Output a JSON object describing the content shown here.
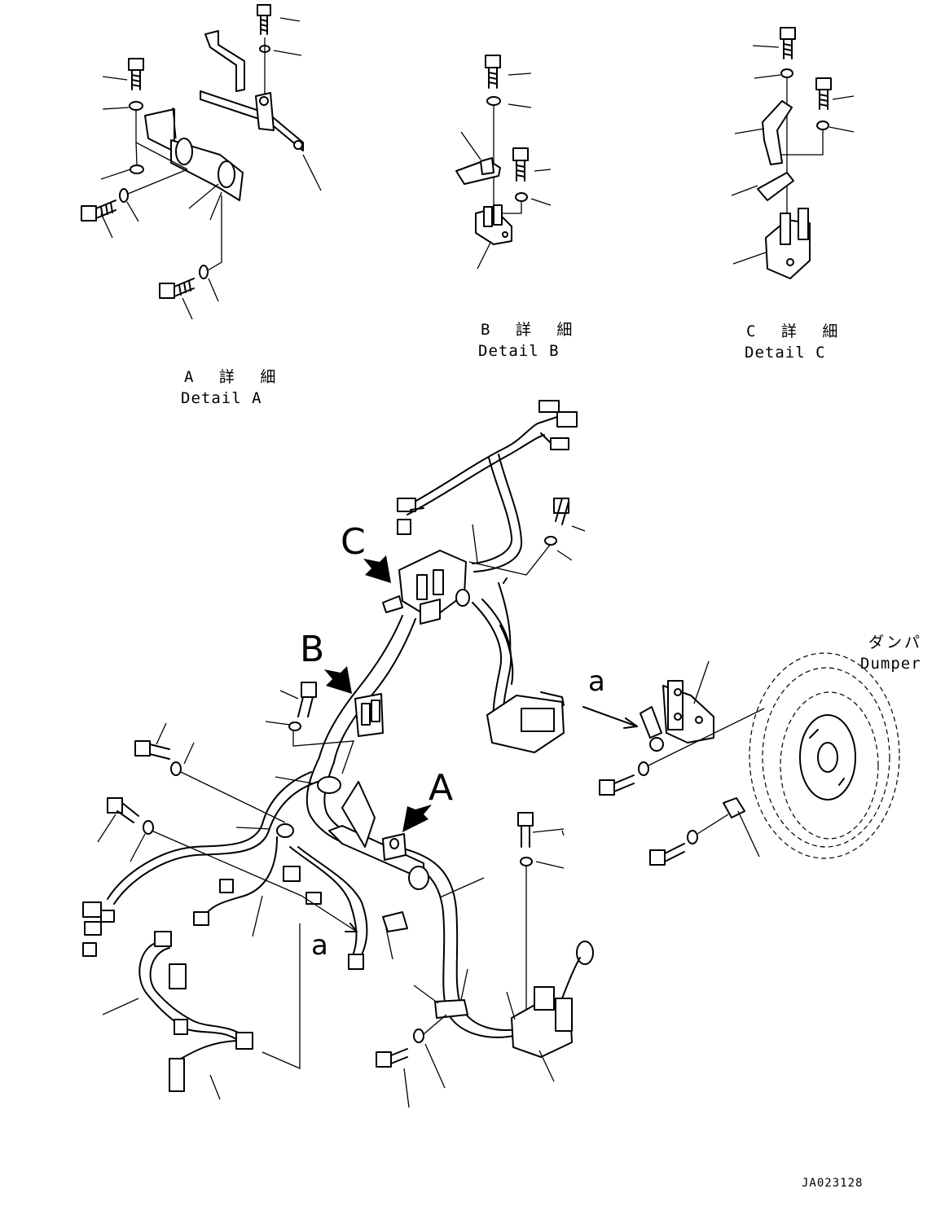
{
  "details": {
    "a": {
      "jp": "A 詳 細",
      "en": "Detail A"
    },
    "b": {
      "jp": "B 詳 細",
      "en": "Detail B"
    },
    "c": {
      "jp": "C 詳 細",
      "en": "Detail C"
    }
  },
  "view_markers": {
    "a": "A",
    "b": "B",
    "c": "C"
  },
  "ref_markers": {
    "upper": "a",
    "lower": "a"
  },
  "dumper": {
    "jp": "ダンパ",
    "en": "Dumper"
  },
  "drawing_code": "JA023128"
}
